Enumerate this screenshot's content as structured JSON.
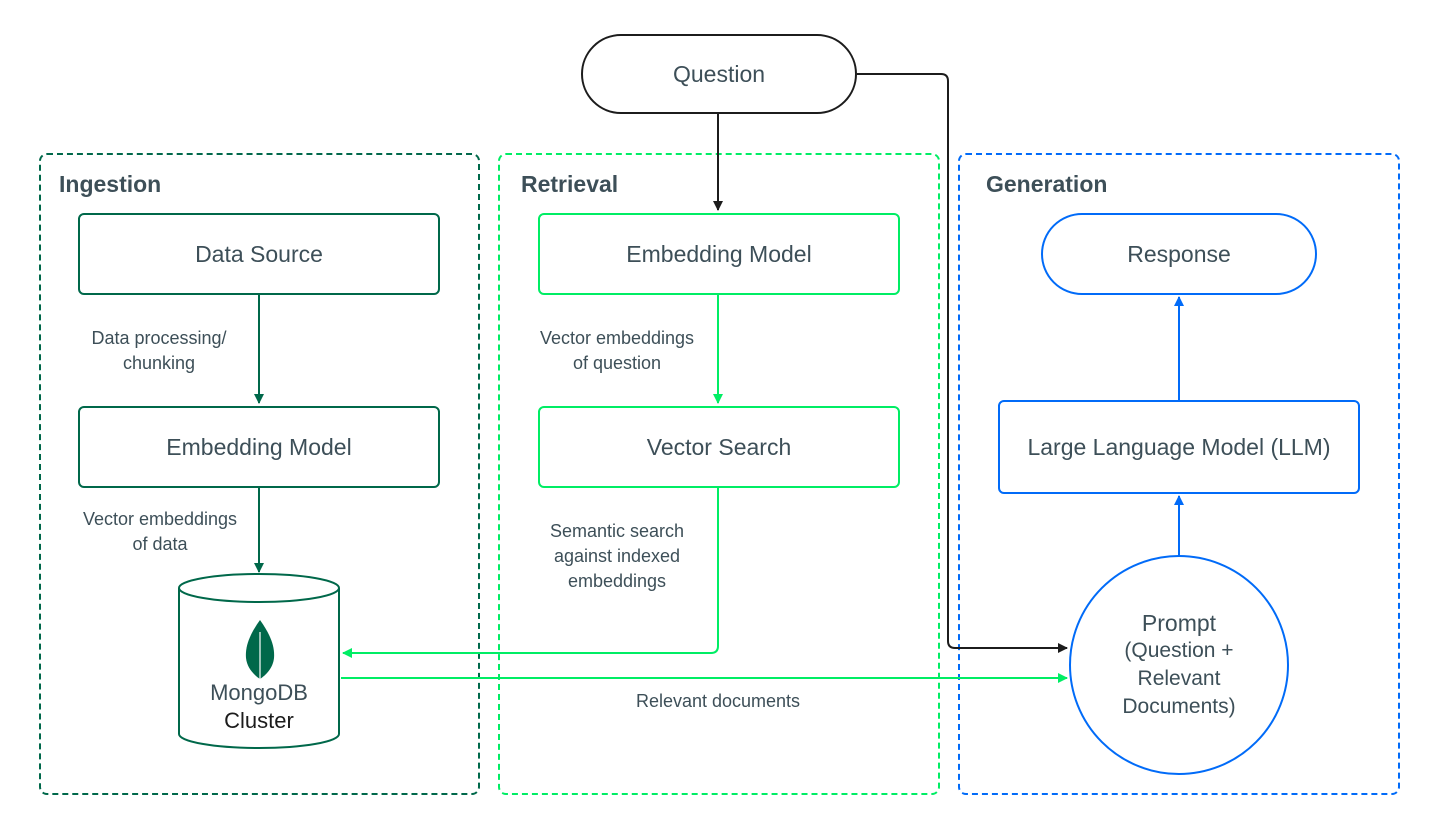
{
  "colors": {
    "ingestion": "#00684a",
    "retrieval": "#00ed64",
    "generation": "#016bf8",
    "question": "#1c1c1c",
    "text": "#3d4f58"
  },
  "question": {
    "label": "Question"
  },
  "ingestion": {
    "title": "Ingestion",
    "data_source": "Data Source",
    "caption_processing": [
      "Data processing/",
      "chunking"
    ],
    "embedding_model": "Embedding Model",
    "caption_vectors": [
      "Vector embeddings",
      "of data"
    ],
    "db": {
      "icon": "mongodb-leaf-icon",
      "name": "MongoDB",
      "subtitle": "Cluster"
    }
  },
  "retrieval": {
    "title": "Retrieval",
    "embedding_model": "Embedding Model",
    "caption_vectors": [
      "Vector embeddings",
      "of question"
    ],
    "vector_search": "Vector Search",
    "caption_semantic": [
      "Semantic search",
      "against indexed",
      "embeddings"
    ]
  },
  "generation": {
    "title": "Generation",
    "response": "Response",
    "llm": "Large Language Model (LLM)",
    "prompt": {
      "title": "Prompt",
      "lines": [
        "(Question +",
        "Relevant",
        "Documents)"
      ]
    }
  },
  "relevant_documents_label": "Relevant documents"
}
